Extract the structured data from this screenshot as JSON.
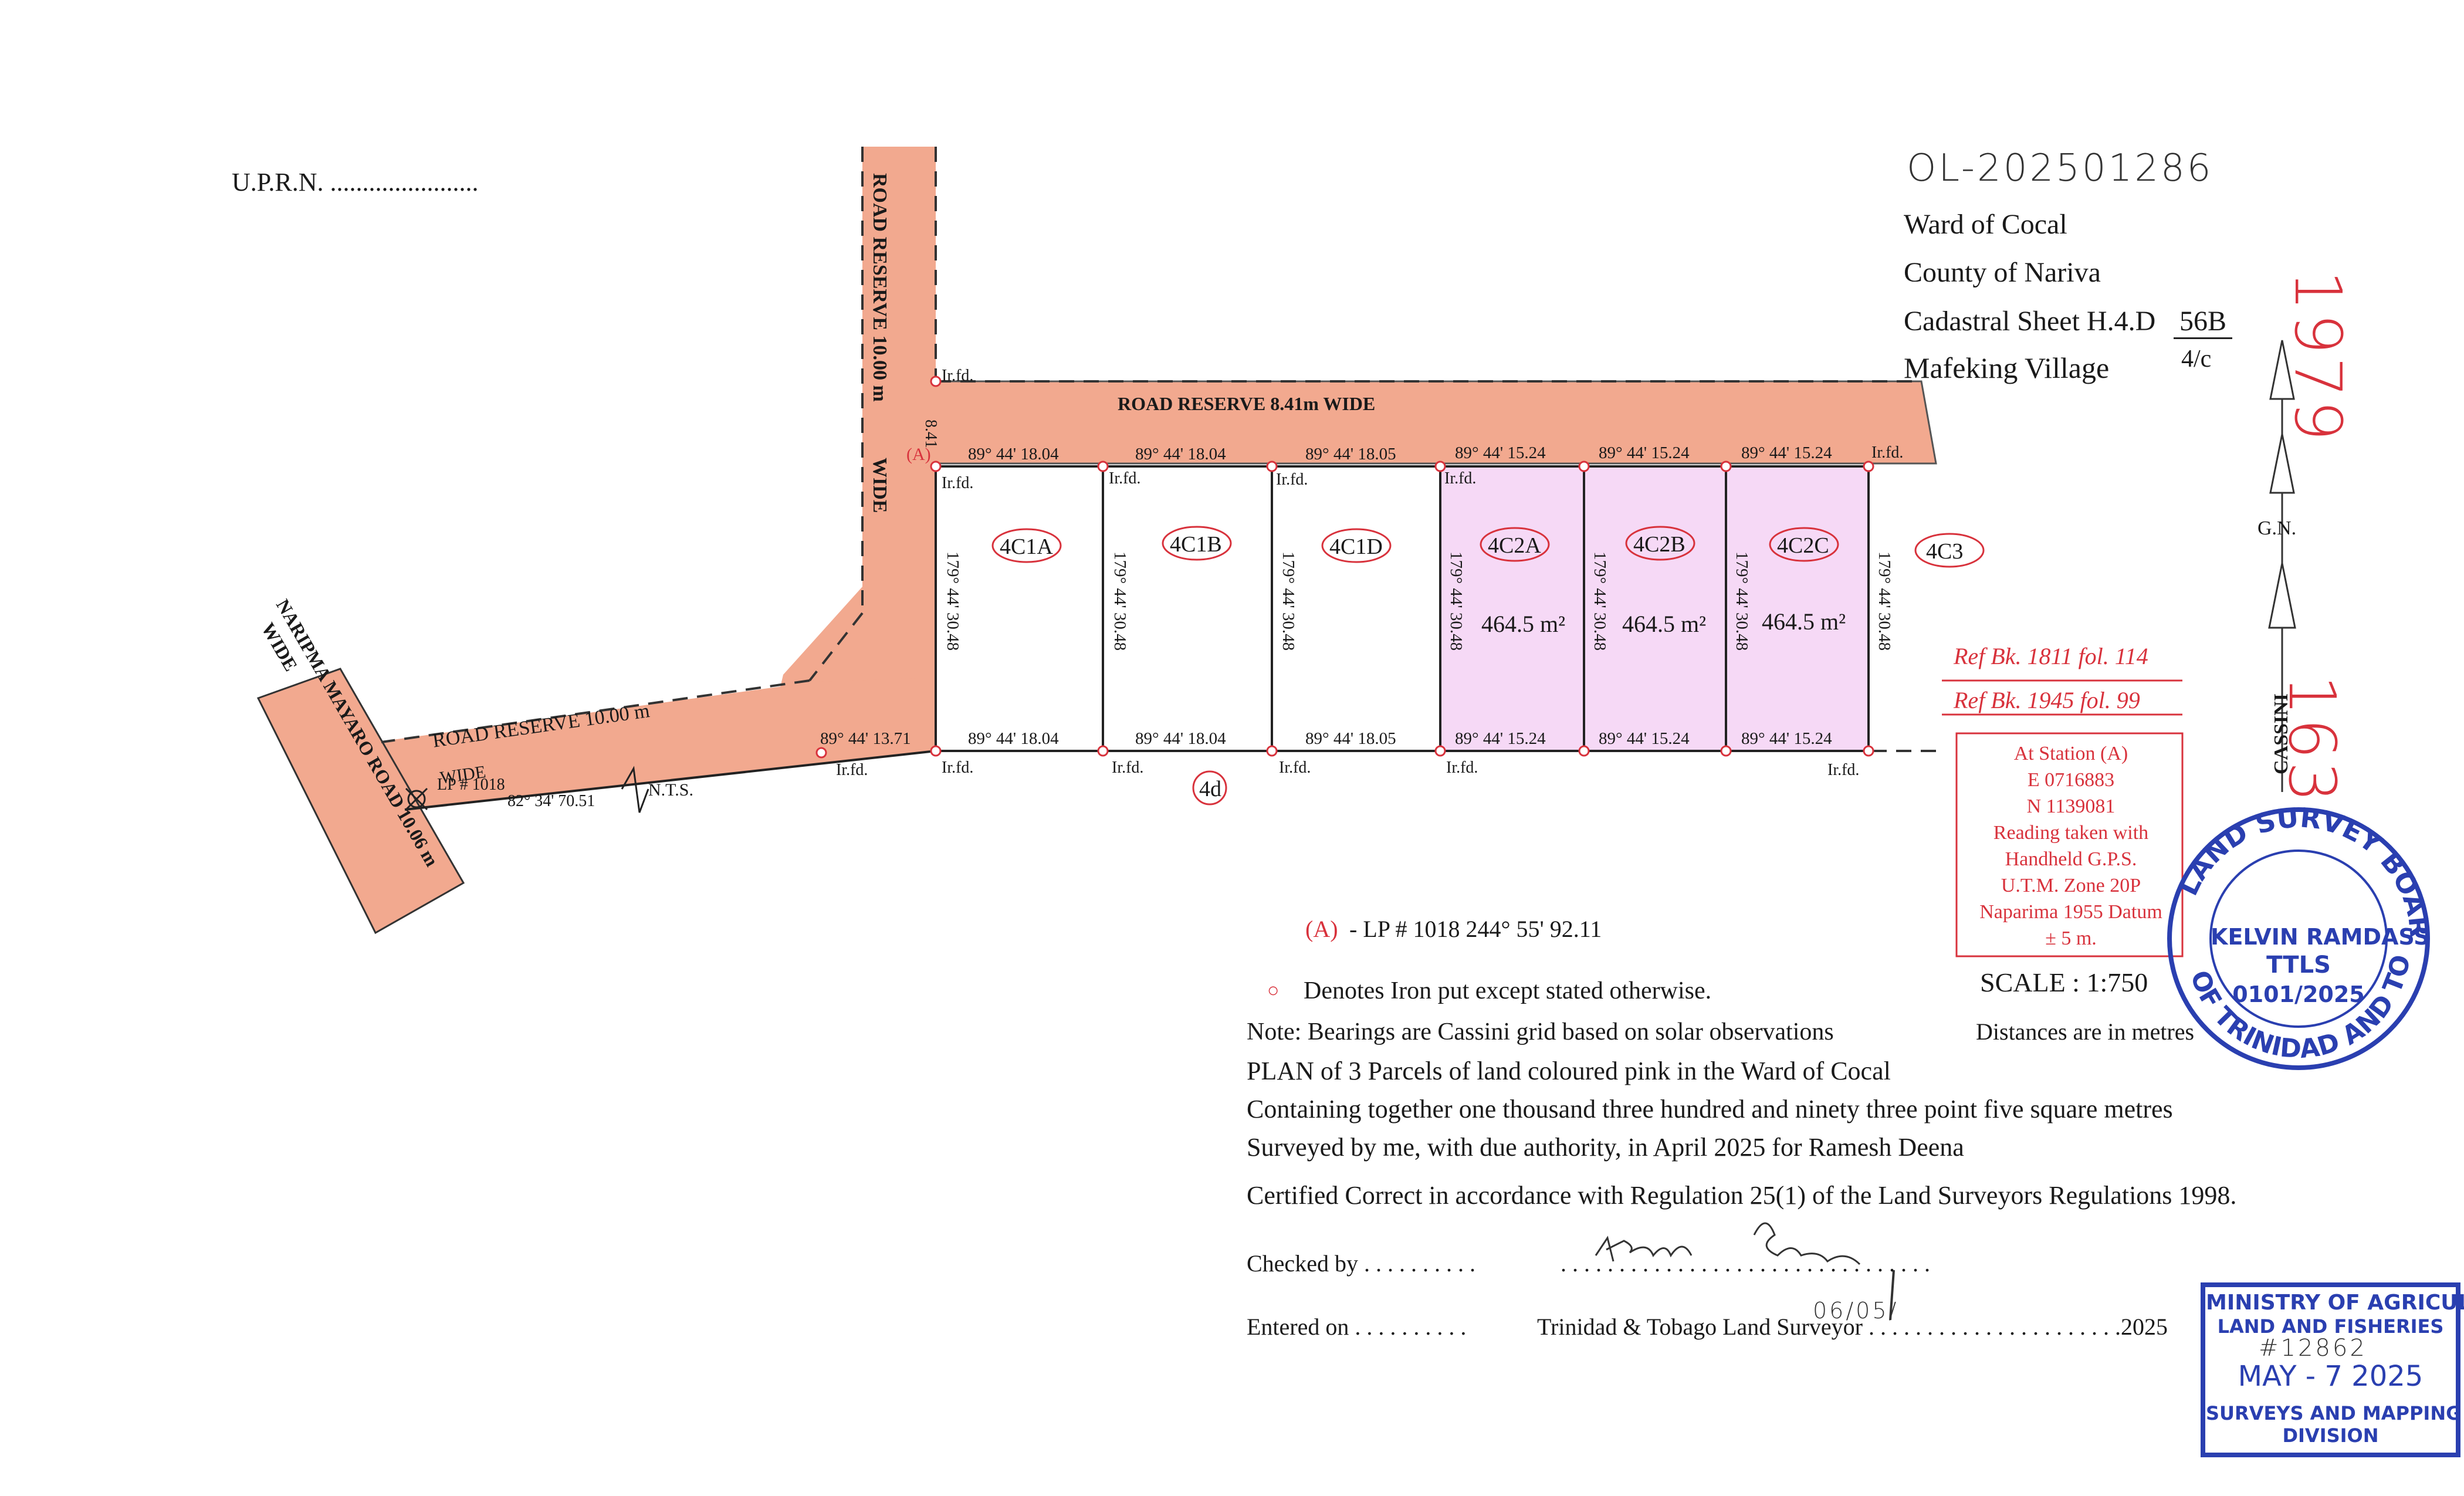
{
  "header": {
    "uprn": "U.P.R.N. .......................",
    "reference_number": "OL-202501286",
    "ward": "Ward of Cocal",
    "county": "County of Nariva",
    "cadastral_label": "Cadastral Sheet  H.4.D",
    "cadastral_sheet_top": "56B",
    "cadastral_sheet_bottom": "4/c",
    "village": "Mafeking Village",
    "side_number_top": "1979",
    "side_number_bottom": "163"
  },
  "roads": {
    "vertical_reserve": "ROAD RESERVE 10.00 m",
    "vertical_reserve_wide": "WIDE",
    "top_reserve": "ROAD RESERVE  8.41m  WIDE",
    "lower_reserve": "ROAD RESERVE  10.00 m",
    "lower_reserve_wide": "WIDE",
    "main_road": "NARIPMA MAYARO ROAD 10.06 m",
    "main_road_wide": "WIDE",
    "lp_label": "LP # 1018",
    "lower_bearing": "82° 34' 70.51",
    "nts": "N.T.S."
  },
  "parcels": [
    {
      "label": "4C1A",
      "pink": false,
      "area": ""
    },
    {
      "label": "4C1B",
      "pink": false,
      "area": ""
    },
    {
      "label": "4C1D",
      "pink": false,
      "area": ""
    },
    {
      "label": "4C2A",
      "pink": true,
      "area": "464.5 m²"
    },
    {
      "label": "4C2B",
      "pink": true,
      "area": "464.5 m²"
    },
    {
      "label": "4C2C",
      "pink": true,
      "area": "464.5 m²"
    }
  ],
  "adjacent_labels": {
    "east": "4C3",
    "south": "4d"
  },
  "bearings": {
    "top": [
      "89° 44'  18.04",
      "89° 44'  18.04",
      "89° 44'  18.05",
      "89° 44'  15.24",
      "89° 44'  15.24",
      "89° 44'  15.24"
    ],
    "bottom": [
      "89° 44'  18.04",
      "89° 44'  18.04",
      "89° 44'  18.05",
      "89° 44'  15.24",
      "89° 44'  15.24",
      "89° 44'  15.24"
    ],
    "side": "179° 44'  30.48",
    "bottom_left": "89° 44'  13.71",
    "reserve_width": "8.41",
    "station_marker": "(A)"
  },
  "iron_labels": "Ir.fd.",
  "north": {
    "gn": "G.N.",
    "cassini": "CASSINI"
  },
  "refs": [
    "Ref  Bk. 1811  fol. 114",
    "Ref  Bk. 1945  fol. 99"
  ],
  "station_box": {
    "lines": [
      "At Station (A)",
      "E 0716883",
      "N 1139081",
      "Reading taken with",
      "Handheld G.P.S.",
      "U.T.M. Zone 20P",
      "Naparima 1955 Datum",
      "± 5 m."
    ]
  },
  "lp_note": {
    "marker": "(A)",
    "text": "-  LP # 1018    244°  55'  92.11"
  },
  "legend": {
    "symbol": "○",
    "text": "Denotes Iron put except stated otherwise."
  },
  "scale": "SCALE : 1:750",
  "distances_note": "Distances are in metres",
  "notes": [
    "Note: Bearings are Cassini grid based on solar observations",
    "PLAN of 3 Parcels of land coloured pink in the Ward of Cocal",
    "Containing together one thousand three hundred and ninety three point five square metres",
    "Surveyed by me, with due authority, in April 2025 for Ramesh Deena",
    "Certified Correct in accordance with Regulation 25(1) of the Land Surveyors Regulations 1998."
  ],
  "checked_by": "Checked by . . . . . . . . . .",
  "checked_dots": ". . . . . . . . . . . . . . . . . . . . . . . . . . . . . . . .",
  "signature": "Kelvin Ramdass",
  "entered_on": "Entered on . . . . . . . . . .",
  "surveyor_label": "Trinidad & Tobago  Land Surveyor . . . . . . . . . . . . . . . . . . . . . .2025",
  "entered_date_hand": "06/05/",
  "stamp_round": {
    "outer_top": "LAND SURVEY BOARD",
    "outer_bottom": "OF TRINIDAD AND TOBAGO",
    "name": "KELVIN RAMDASS",
    "title": "TTLS",
    "number": "0101/2025"
  },
  "stamp_rect": {
    "line1": "MINISTRY OF AGRICULTURE",
    "line2": "LAND AND FISHERIES",
    "handwritten": "#12862",
    "date": "MAY - 7 2025",
    "line4": "SURVEYS AND MAPPING",
    "line5": "DIVISION"
  },
  "colors": {
    "road": "#f2a98f",
    "pink": "#f6d9f6",
    "red": "#d8323c",
    "stamp": "#2a3fb0"
  }
}
